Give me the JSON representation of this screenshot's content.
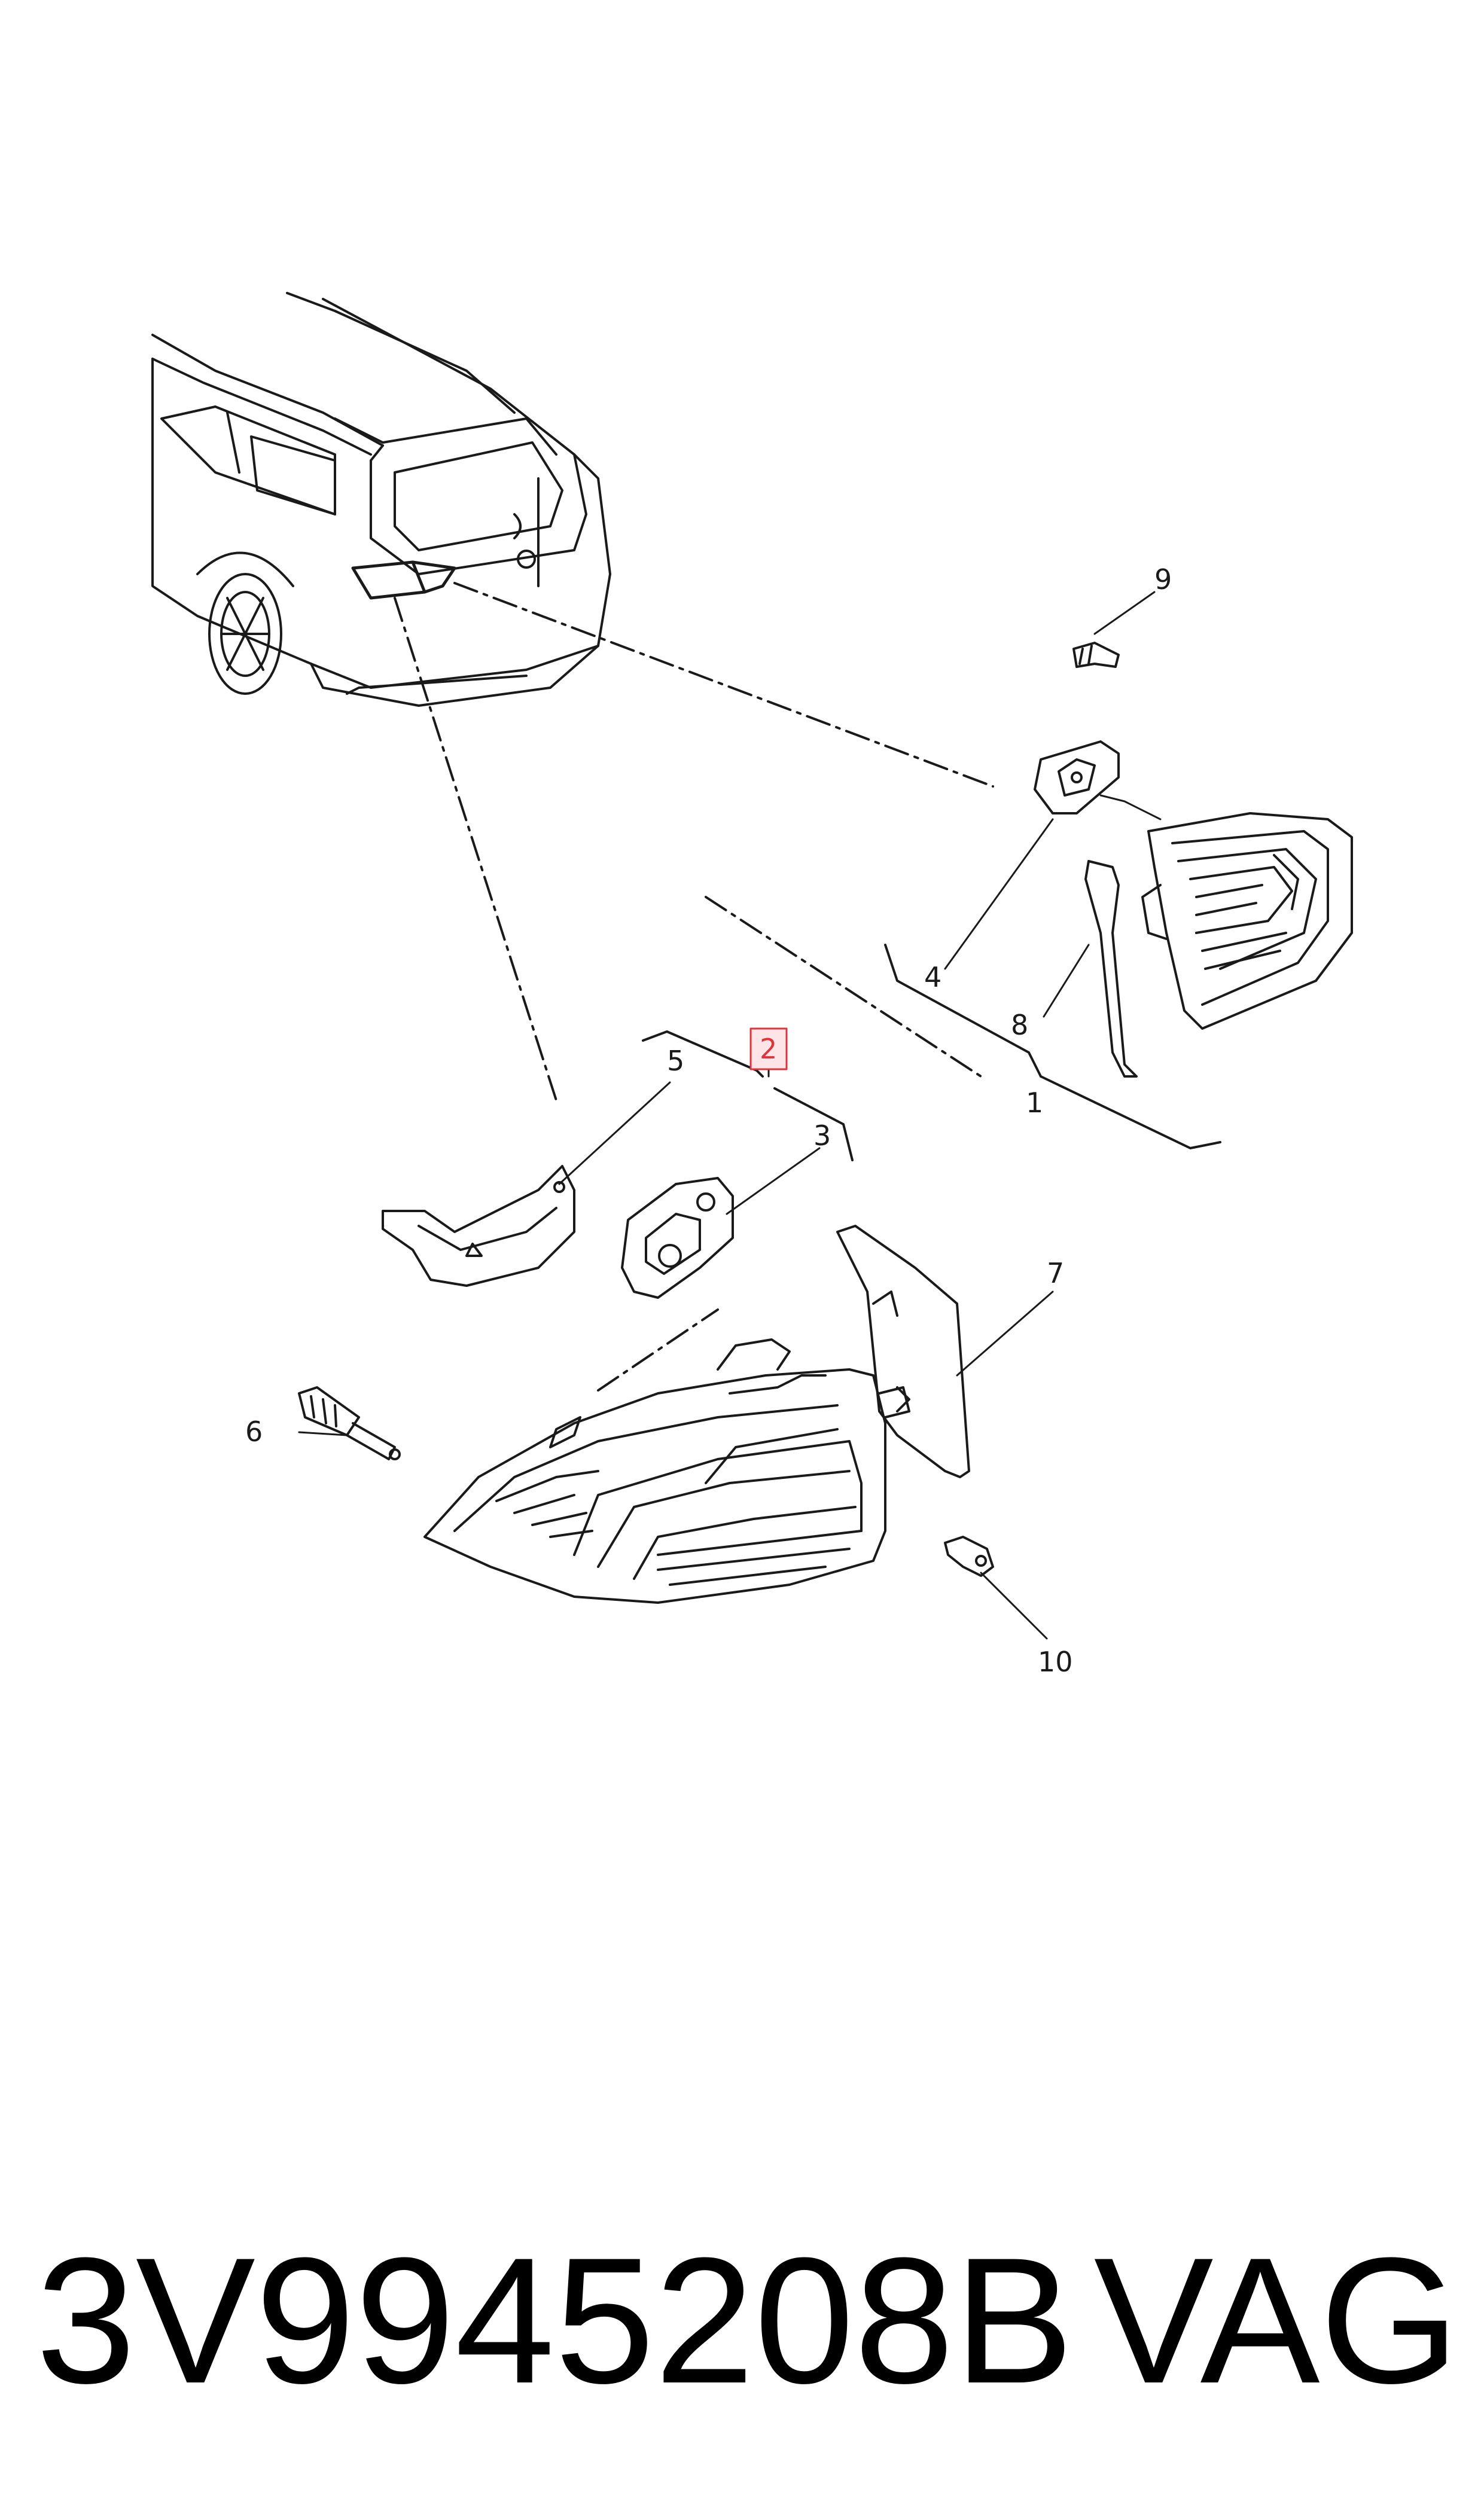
{
  "diagram": {
    "callouts": {
      "c1": "1",
      "c2": "2",
      "c3": "3",
      "c4": "4",
      "c5": "5",
      "c6": "6",
      "c7": "7",
      "c8": "8",
      "c9": "9",
      "c10": "10"
    },
    "highlighted_callout": "2",
    "highlight_color": "#e0343c",
    "line_color": "#1a1a1a"
  },
  "footer": {
    "part_number": "3V9945208B",
    "brand": "VAG"
  }
}
